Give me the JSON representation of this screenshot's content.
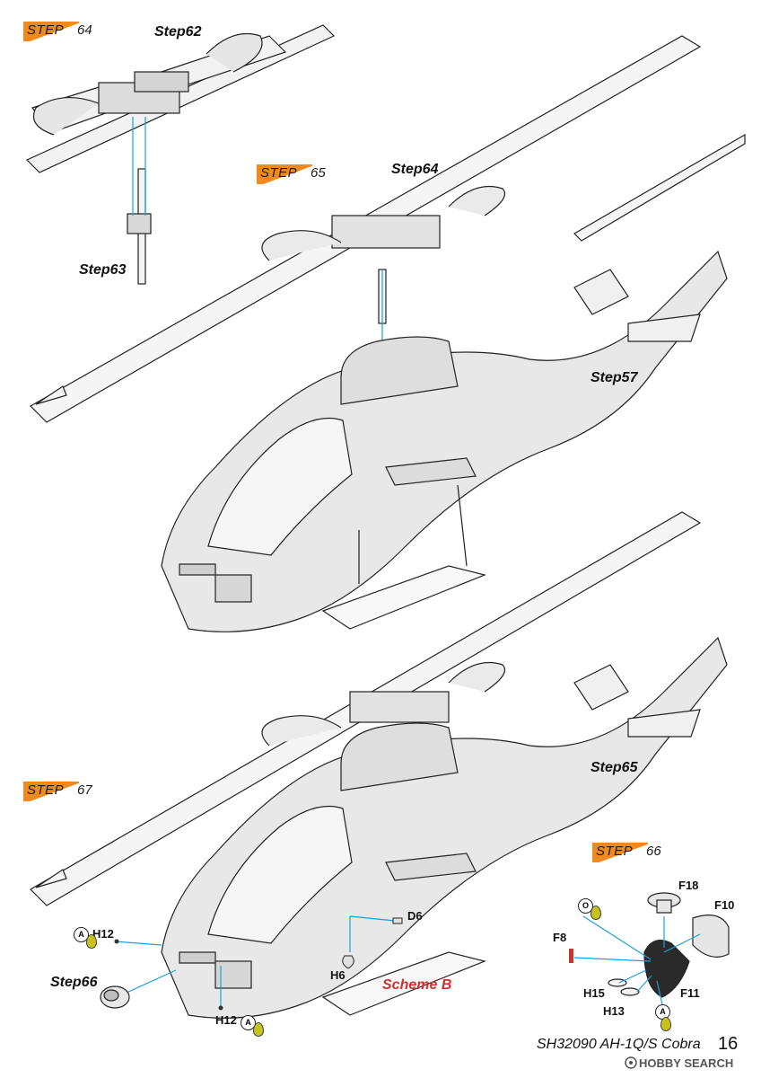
{
  "steps": {
    "s64": {
      "prefix": "STEP",
      "num": "64"
    },
    "s65": {
      "prefix": "STEP",
      "num": "65"
    },
    "s66": {
      "prefix": "STEP",
      "num": "66"
    },
    "s67": {
      "prefix": "STEP",
      "num": "67"
    }
  },
  "refs": {
    "step62": "Step62",
    "step63": "Step63",
    "step64": "Step64",
    "step57": "Step57",
    "step65": "Step65",
    "step66": "Step66"
  },
  "parts": {
    "h12_top": "H12",
    "h12_bottom": "H12",
    "d6": "D6",
    "h6": "H6",
    "f18": "F18",
    "f10": "F10",
    "f8": "F8",
    "h15": "H15",
    "h13": "H13",
    "f11": "F11"
  },
  "paint_codes": {
    "a1": "A",
    "a2": "A",
    "a3": "A",
    "o1": "O"
  },
  "scheme": "Scheme B",
  "footer": {
    "model": "SH32090 AH-1Q/S Cobra",
    "page": "16",
    "brand": "HOBBY SEARCH"
  },
  "colors": {
    "accent_orange": "#f08a1e",
    "scheme_red": "#d0312d",
    "arrow_blue": "#1aa0d8",
    "paint_yellow": "#c8c21a"
  }
}
